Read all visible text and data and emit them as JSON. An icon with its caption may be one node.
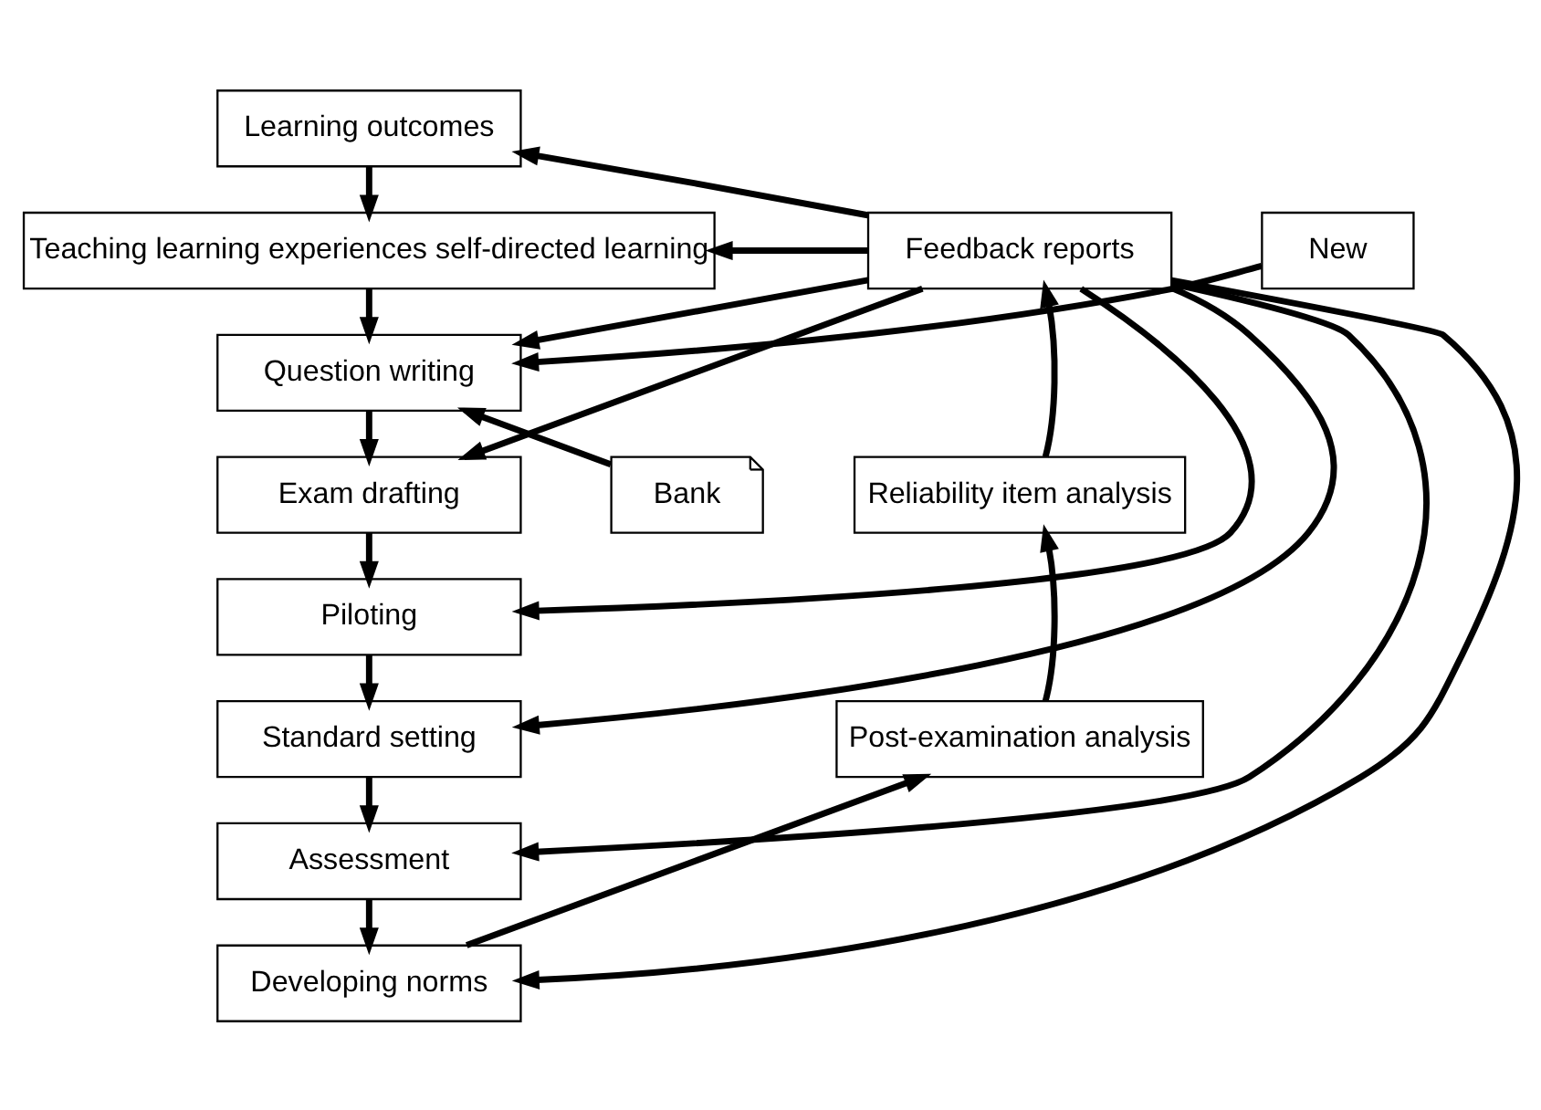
{
  "diagram": {
    "nodes": [
      {
        "text": [
          "Learning outcomes"
        ]
      },
      {
        "text": [
          "Teaching learning experiences self-directed learning"
        ]
      },
      {
        "text": [
          "Question writing"
        ]
      },
      {
        "text": [
          "Exam drafting"
        ]
      },
      {
        "text": [
          "Piloting"
        ]
      },
      {
        "text": [
          "Standard setting"
        ]
      },
      {
        "text": [
          "Assessment"
        ]
      },
      {
        "text": [
          "Developing norms"
        ]
      },
      {
        "text": [
          "Post-examination analysis"
        ]
      },
      {
        "text": [
          "Reliability item analysis"
        ]
      },
      {
        "text": [
          "Feedback reports"
        ]
      },
      {
        "text": [
          "New"
        ]
      },
      {
        "text": [
          "Bank"
        ]
      }
    ],
    "edges": [
      {
        "from": 0,
        "to": 1,
        "arrow": "to"
      },
      {
        "from": 1,
        "to": 2,
        "arrow": "to"
      },
      {
        "from": 2,
        "to": 3,
        "arrow": "to"
      },
      {
        "from": 3,
        "to": 4,
        "arrow": "to"
      },
      {
        "from": 4,
        "to": 5,
        "arrow": "to"
      },
      {
        "from": 5,
        "to": 6,
        "arrow": "to"
      },
      {
        "from": 6,
        "to": 7,
        "arrow": "to"
      },
      {
        "from": 7,
        "to": 8,
        "arrow": "to"
      },
      {
        "from": 8,
        "to": 9,
        "arrow": "to"
      },
      {
        "from": 9,
        "to": 10,
        "arrow": "to"
      },
      {
        "from": 10,
        "to": 0,
        "arrow": "to"
      },
      {
        "from": 10,
        "to": 1,
        "arrow": "to"
      },
      {
        "from": 10,
        "to": 2,
        "arrow": "to"
      },
      {
        "from": 10,
        "to": 3,
        "arrow": "to"
      },
      {
        "from": 10,
        "to": 4,
        "arrow": "to"
      },
      {
        "from": 10,
        "to": 5,
        "arrow": "to"
      },
      {
        "from": 10,
        "to": 6,
        "arrow": "to"
      },
      {
        "from": 10,
        "to": 7,
        "arrow": "to"
      },
      {
        "from": 11,
        "to": 2,
        "arrow": "to"
      },
      {
        "from": 12,
        "to": 2,
        "arrow": "to"
      }
    ]
  }
}
